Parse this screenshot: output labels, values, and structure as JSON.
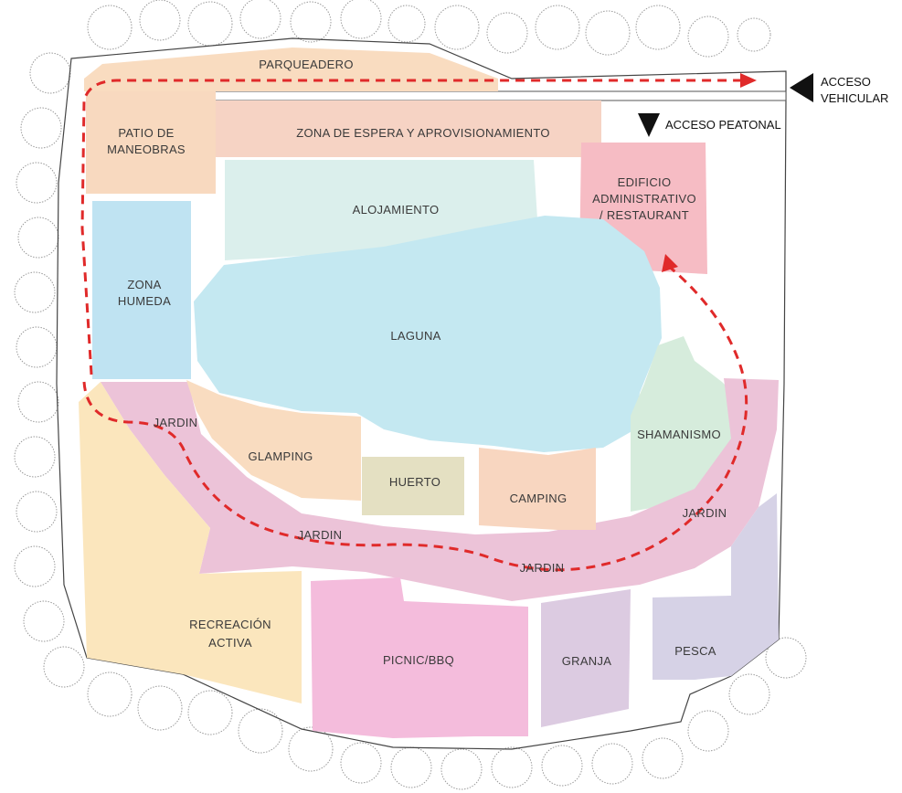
{
  "zones": {
    "parqueadero": {
      "label": "PARQUEADERO",
      "color": "#f9dcc0"
    },
    "patio": {
      "line1": "PATIO DE",
      "line2": "MANEOBRAS",
      "color": "#f8d9bf"
    },
    "espera": {
      "label": "ZONA DE ESPERA Y APROVISIONAMIENTO",
      "color": "#f6d3c4"
    },
    "edificio": {
      "line1": "EDIFICIO",
      "line2": "ADMINISTRATIVO",
      "line3": "/ RESTAURANT",
      "color": "#f6bcc4"
    },
    "alojamiento": {
      "label": "ALOJAMIENTO",
      "color": "#dbefec"
    },
    "zona_humeda": {
      "line1": "ZONA",
      "line2": "HUMEDA",
      "color": "#bfe3f2"
    },
    "laguna": {
      "label": "LAGUNA",
      "color": "#c4e8f1"
    },
    "shamanismo": {
      "label": "SHAMANISMO",
      "color": "#d6ecdc"
    },
    "glamping": {
      "label": "GLAMPING",
      "color": "#f9dcc0"
    },
    "huerto": {
      "label": "HUERTO",
      "color": "#e4e0c2"
    },
    "camping": {
      "label": "CAMPING",
      "color": "#f8d6c0"
    },
    "jardin": {
      "labels": [
        "JARDIN",
        "JARDIN",
        "JARDIN",
        "JARDIN"
      ],
      "color": "#ecc3d8"
    },
    "recreacion": {
      "line1": "RECREACIÓN",
      "line2": "ACTIVA",
      "color": "#fbe6bd"
    },
    "picnic": {
      "label": "PICNIC/BBQ",
      "color": "#f4bcdc"
    },
    "granja": {
      "label": "GRANJA",
      "color": "#dccbe1"
    },
    "pesca": {
      "label": "PESCA",
      "color": "#d6d2e6"
    }
  },
  "access": {
    "vehicular": {
      "line1": "ACCESO",
      "line2": "VEHICULAR"
    },
    "peatonal": {
      "label": "ACCESO PEATONAL"
    }
  },
  "route_color": "#e02a2a",
  "icons": [
    "tree-icon",
    "arrow-triangle-icon"
  ]
}
